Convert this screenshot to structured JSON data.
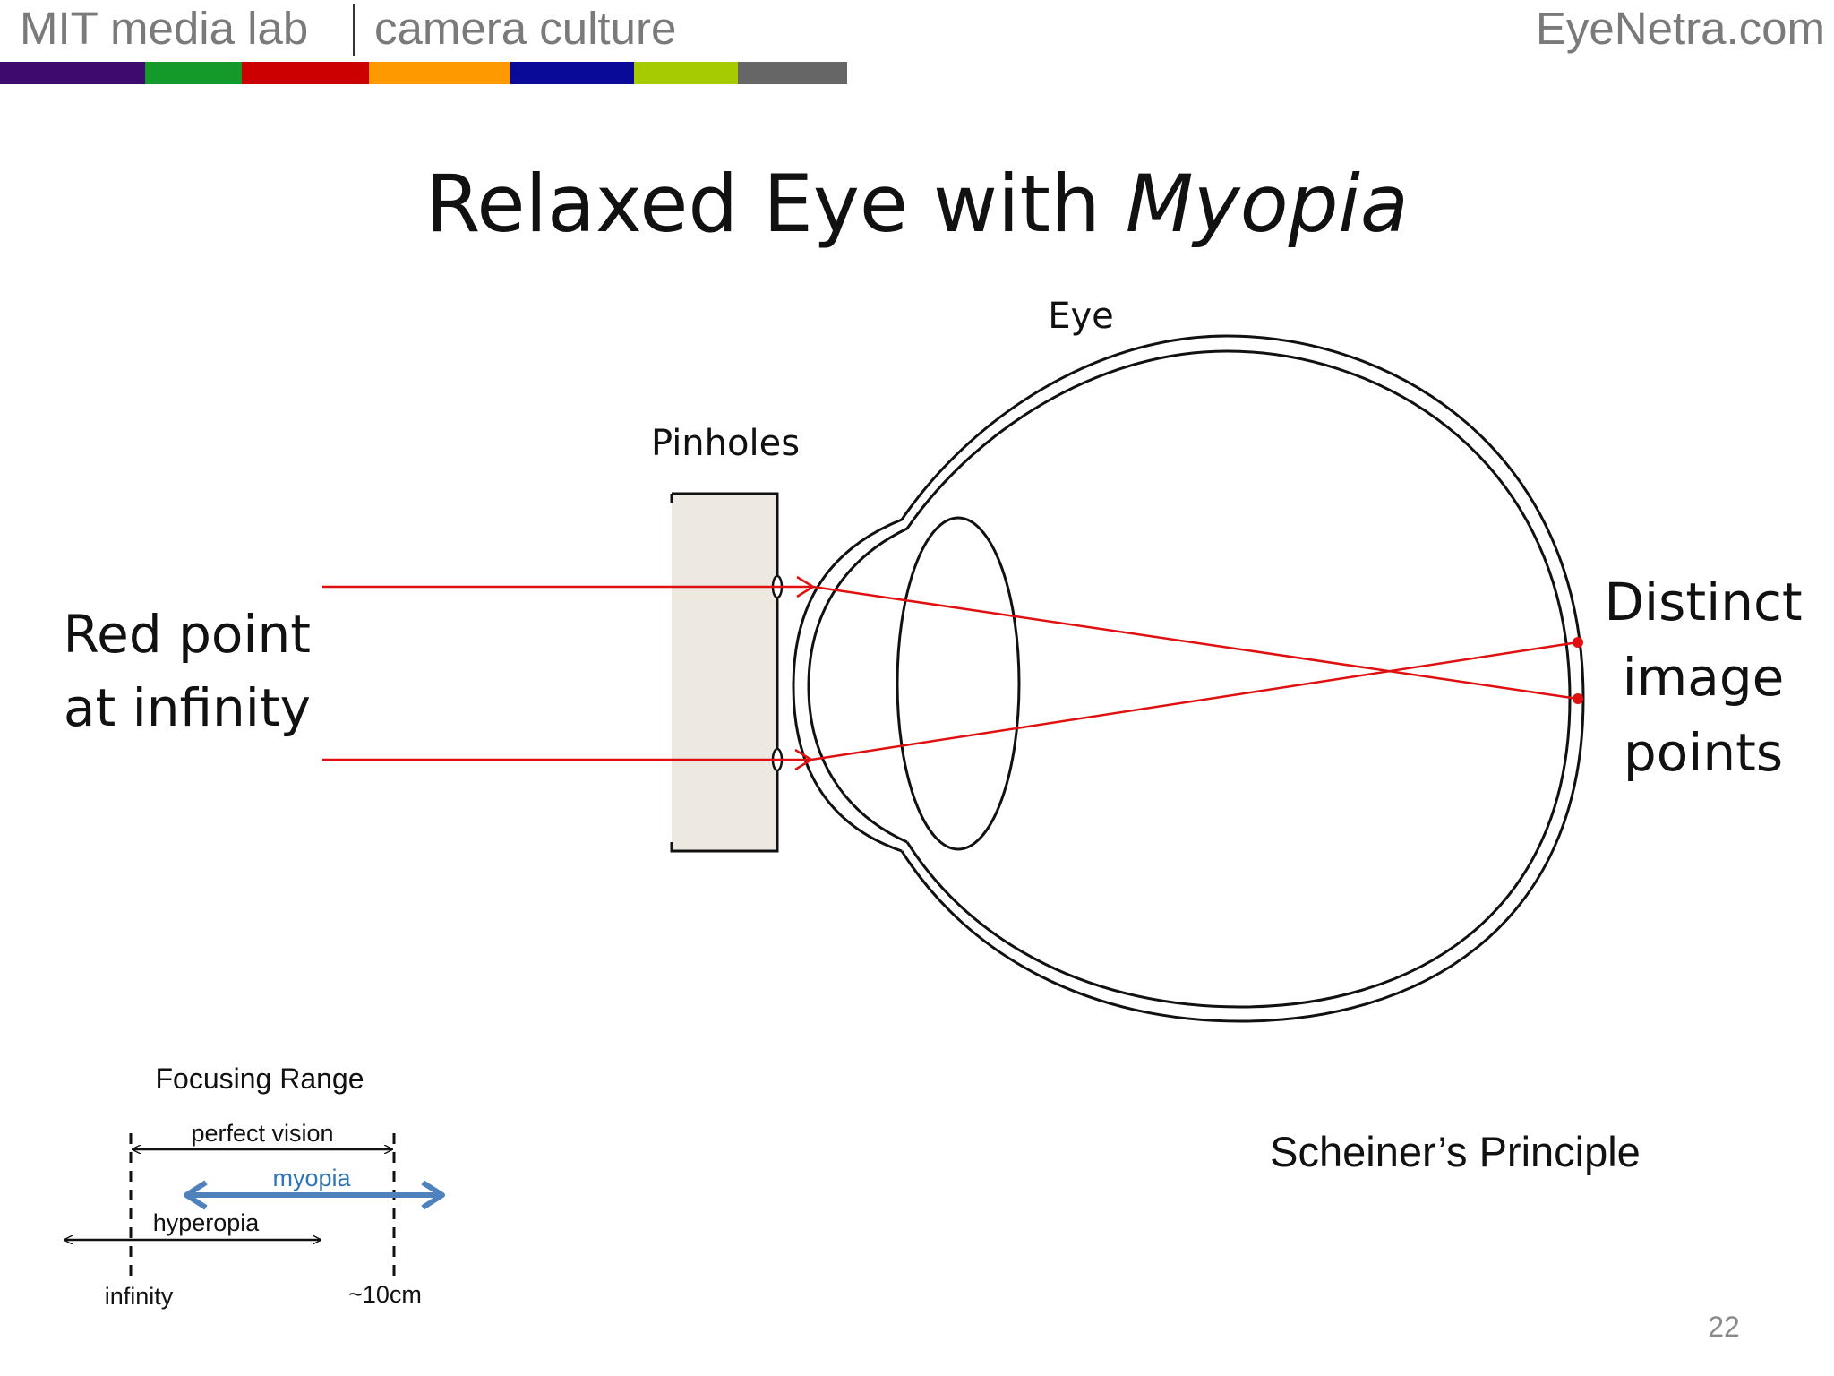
{
  "header": {
    "lab": "MIT media lab",
    "group": "camera culture",
    "site": "EyeNetra.com",
    "color_bar": [
      "#3f0a6e",
      "#14992b",
      "#cc0000",
      "#ff9900",
      "#0a0a99",
      "#a6cc00",
      "#666666"
    ]
  },
  "slide": {
    "title_plain": "Relaxed Eye with ",
    "title_italic": "Myopia",
    "page_number": "22"
  },
  "diagram": {
    "eye_label": "Eye",
    "pinholes_label": "Pinholes",
    "source_label": [
      "Red point",
      "at infinity"
    ],
    "image_label": [
      "Distinct",
      "image",
      "points"
    ],
    "principle_label": "Scheiner’s Principle",
    "ray_color": "#e01010"
  },
  "focusing_range": {
    "title": "Focusing Range",
    "perfect_label": "perfect vision",
    "myopia_label": "myopia",
    "hyperopia_label": "hyperopia",
    "far_label": "infinity",
    "near_label": "~10cm",
    "myopia_color": "#4f81bd"
  }
}
